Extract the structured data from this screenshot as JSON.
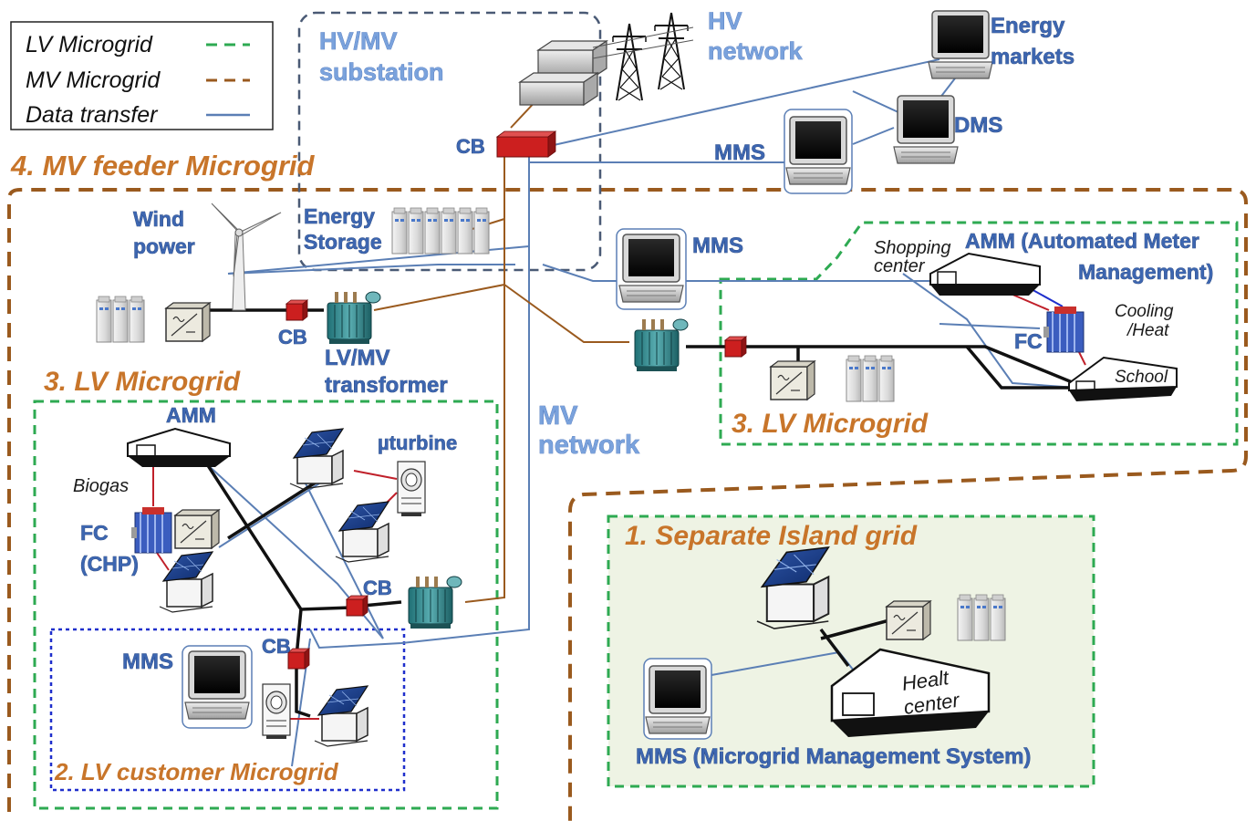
{
  "legend": {
    "lv_microgrid": "LV Microgrid",
    "mv_microgrid": "MV Microgrid",
    "data_transfer": "Data transfer"
  },
  "regions": {
    "mv_feeder": "4. MV feeder Microgrid",
    "lv_microgrid_left": "3. LV Microgrid",
    "lv_microgrid_right": "3. LV Microgrid",
    "lv_customer": "2. LV customer Microgrid",
    "island": "1. Separate Island grid"
  },
  "labels": {
    "hv_mv_substation": [
      "HV/MV",
      "substation"
    ],
    "hv_network": [
      "HV",
      "network"
    ],
    "energy_markets": [
      "Energy",
      "markets"
    ],
    "dms": "DMS",
    "mms_top": "MMS",
    "cb_substation": "CB",
    "energy_storage": [
      "Energy",
      "Storage"
    ],
    "wind_power": [
      "Wind",
      "power"
    ],
    "cb_wind": "CB",
    "lv_mv_transformer": [
      "LV/MV",
      "transformer"
    ],
    "mms_mid": "MMS",
    "shopping_center": [
      "Shopping",
      "center"
    ],
    "amm_right": [
      "AMM (Automated Meter",
      "Management)"
    ],
    "cooling_heat": [
      "Cooling",
      "/Heat"
    ],
    "fc_right": "FC",
    "school": "School",
    "mv_network": [
      "MV",
      "network"
    ],
    "amm_left": "AMM",
    "uturbine": "µturbine",
    "biogas": "Biogas",
    "fc_chp": [
      "FC",
      "(CHP)"
    ],
    "cb_left": "CB",
    "mms_left": "MMS",
    "cb_customer": "CB",
    "health_center": [
      "Healt",
      "center"
    ],
    "mms_island": "MMS (Microgrid Management System)"
  },
  "colors": {
    "lv_green": "#2eaa52",
    "mv_brown": "#9a5a1e",
    "data_blue": "#5b7fb5",
    "customer_blue": "#1f2fcc",
    "island_fill": "#eef3e4",
    "label_blue": "#3d66b0",
    "label_orange": "#c8752a",
    "cb_red": "#cc1f1f"
  },
  "icons": [
    "computer-icon",
    "battery-storage-icon",
    "wind-turbine-icon",
    "inverter-icon",
    "transformer-icon",
    "solar-house-icon",
    "microturbine-icon",
    "fuel-cell-icon",
    "building-icon",
    "power-pylon-icon",
    "substation-icon",
    "circuit-breaker-icon"
  ]
}
